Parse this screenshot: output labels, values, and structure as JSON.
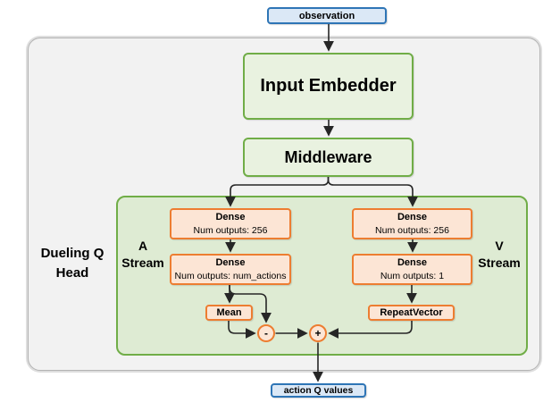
{
  "nodes": {
    "observation": "observation",
    "input_embedder": "Input Embedder",
    "middleware": "Middleware",
    "action_q_values": "action Q values"
  },
  "dueling_head": {
    "label": "Dueling Q Head",
    "a_stream": {
      "label": "A Stream",
      "dense1_title": "Dense",
      "dense1_subtitle": "Num outputs: 256",
      "dense2_title": "Dense",
      "dense2_subtitle": "Num outputs: num_actions",
      "aggregator": "Mean",
      "operator": "-"
    },
    "v_stream": {
      "label": "V Stream",
      "dense1_title": "Dense",
      "dense1_subtitle": "Num outputs: 256",
      "dense2_title": "Dense",
      "dense2_subtitle": "Num outputs: 1",
      "aggregator": "RepeatVector",
      "operator": "+"
    }
  },
  "colors": {
    "blue_node_fill": "#dbe8f6",
    "blue_node_border": "#2e75b6",
    "green_node_fill": "#e9f2e0",
    "green_node_border": "#70ad47",
    "green_container_fill": "#deebd3",
    "orange_node_fill": "#fce5d5",
    "orange_node_border": "#ed7d31",
    "gray_container_fill": "#f2f2f2",
    "gray_container_border": "#b3b3b3",
    "arrow_color": "#262626"
  }
}
